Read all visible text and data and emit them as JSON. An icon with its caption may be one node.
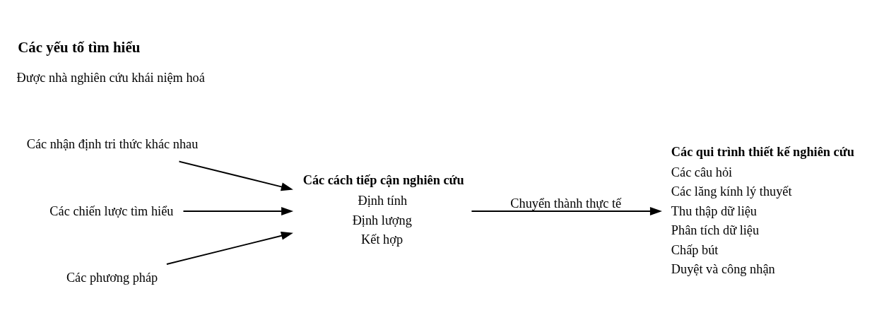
{
  "diagram": {
    "title": "Các yếu tố tìm hiểu",
    "nodes": [
      {
        "text": [
          "Các nhận định tri thức khác nhau"
        ]
      },
      {
        "text": [
          "Các chiến lược tìm hiểu"
        ]
      },
      {
        "text": [
          "Các phương pháp"
        ]
      },
      {
        "text": [
          "Các cách tiếp cận nghiên cứu",
          "Định tính",
          "Định lượng",
          "Kết hợp"
        ]
      },
      {
        "text": [
          "Các qui trình thiết kế nghiên cứu",
          "Các câu hỏi",
          "Các lăng kính lý thuyết",
          "Thu thập dữ liệu",
          "Phân tích dữ liệu",
          "Chấp bút",
          "Duyệt và công nhận"
        ]
      }
    ],
    "edges": [
      {
        "from": 0,
        "to": 3,
        "arrow": "to"
      },
      {
        "from": 1,
        "to": 3,
        "arrow": "to"
      },
      {
        "from": 2,
        "to": 3,
        "arrow": "to"
      },
      {
        "from": 3,
        "to": 4,
        "arrow": "to",
        "label": "Chuyển thành thực tế"
      }
    ],
    "labels": [
      "Được nhà nghiên cứu khái niệm hoá"
    ]
  }
}
